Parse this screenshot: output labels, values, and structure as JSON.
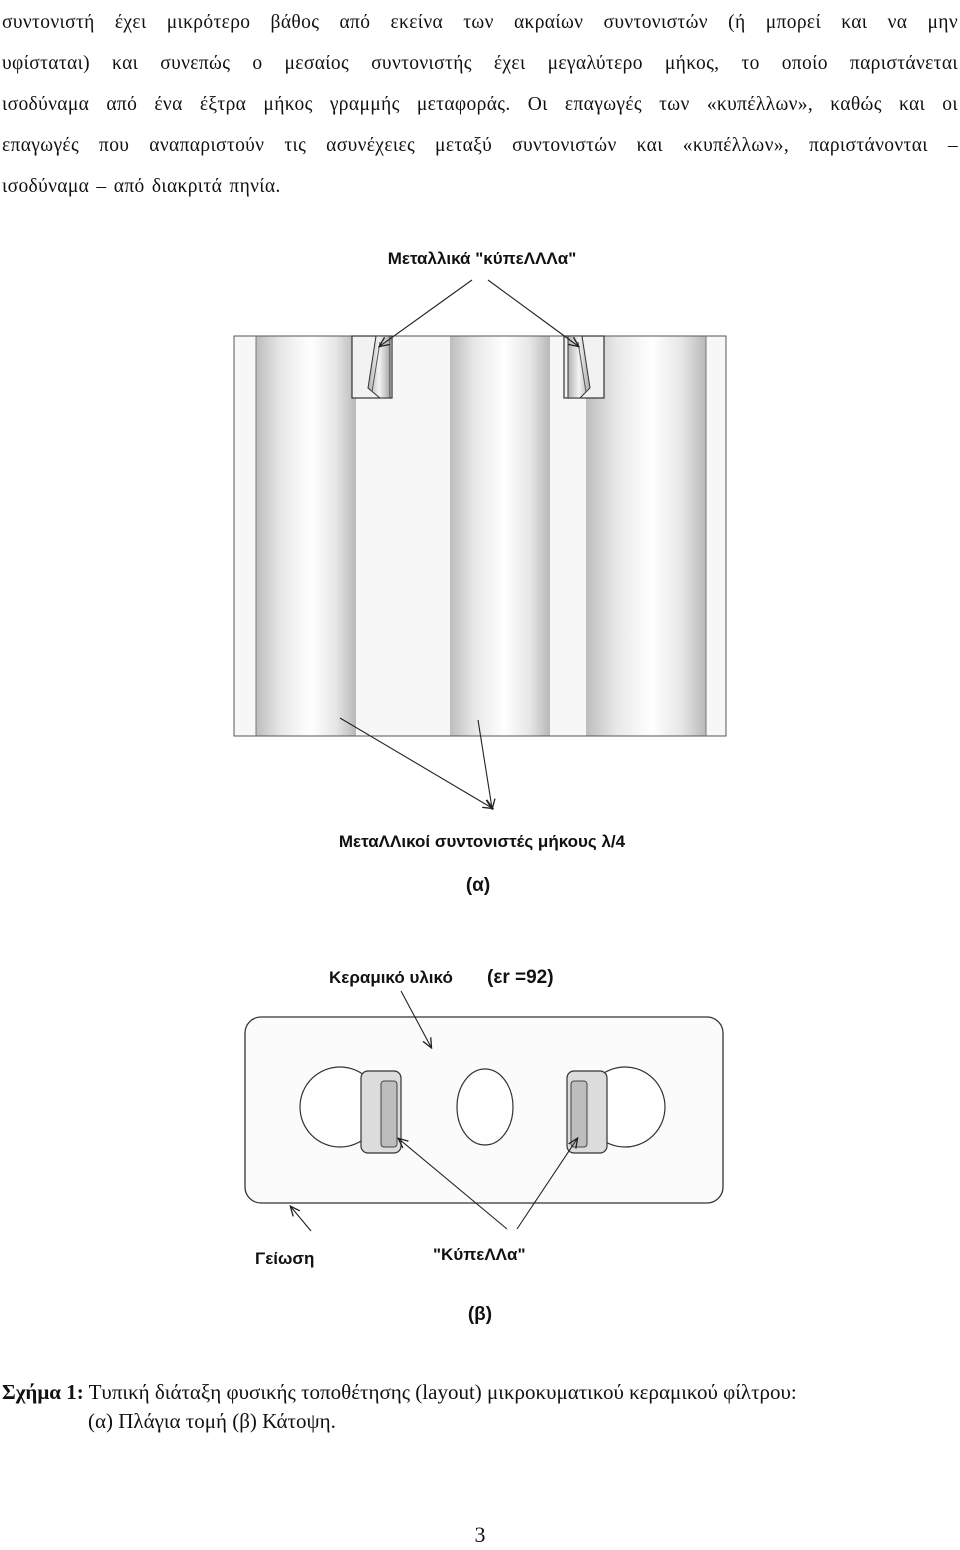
{
  "body_text": {
    "lines": [
      "συντονιστή έχει μικρότερο βάθος από εκείνα των ακραίων συντονιστών (ή μπορεί και να μην",
      "υφίσταται) και συνεπώς ο μεσαίος συντονιστής έχει μεγαλύτερο μήκος, το οποίο παριστάνεται",
      "ισοδύναμα από ένα έξτρα μήκος γραμμής μεταφοράς. Οι επαγωγές των «κυπέλλων», καθώς και οι",
      "επαγωγές που αναπαριστούν τις ασυνέχειες μεταξύ συντονιστών και «κυπέλλων», παριστάνονται –",
      "ισοδύναμα – από διακριτά πηνία."
    ]
  },
  "figure_a": {
    "label_top": "Μεταλλικά \"κύπεΛΛΛα\"",
    "label_bottom": "ΜεταΛΛικοί συντονιστές μήκους λ/4",
    "sublabel": "(α)"
  },
  "figure_b": {
    "label_ceramic": "Κεραμικό υλικό",
    "label_eps": "(εr =92)",
    "label_ground": "Γείωση",
    "label_cups": "\"ΚύπεΛΛα\"",
    "sublabel": "(β)"
  },
  "caption": {
    "label": "Σχήμα 1:",
    "line1": "Τυπική διάταξη φυσικής τοποθέτησης (layout) μικροκυματικού κεραμικού φίλτρου:",
    "line2": "(α) Πλάγια τομή (β) Κάτοψη."
  },
  "page_number": "3"
}
